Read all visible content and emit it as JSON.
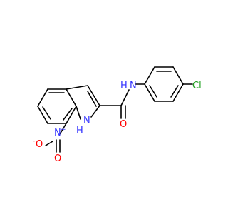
{
  "structure": {
    "atoms": {
      "amide_n": {
        "element": "N",
        "text": "N"
      },
      "amide_h": {
        "text": "H"
      },
      "carbonyl_o": {
        "element": "O",
        "text": "O"
      },
      "indole_n": {
        "element": "N",
        "text": "N"
      },
      "indole_h": {
        "text": "H"
      },
      "chlorine": {
        "element": "Cl",
        "text": "Cl"
      },
      "nitro_n": {
        "element": "N",
        "text": "N"
      },
      "nitro_plus": {
        "text": "+"
      },
      "nitro_o1": {
        "element": "O",
        "text": "O"
      },
      "nitro_o1_minus": {
        "text": "-"
      },
      "nitro_o2": {
        "element": "O",
        "text": "O"
      }
    },
    "colors": {
      "nitrogen": "#3333ff",
      "oxygen": "#ff0000",
      "chlorine": "#1fa01f",
      "bond": "#000000"
    }
  }
}
